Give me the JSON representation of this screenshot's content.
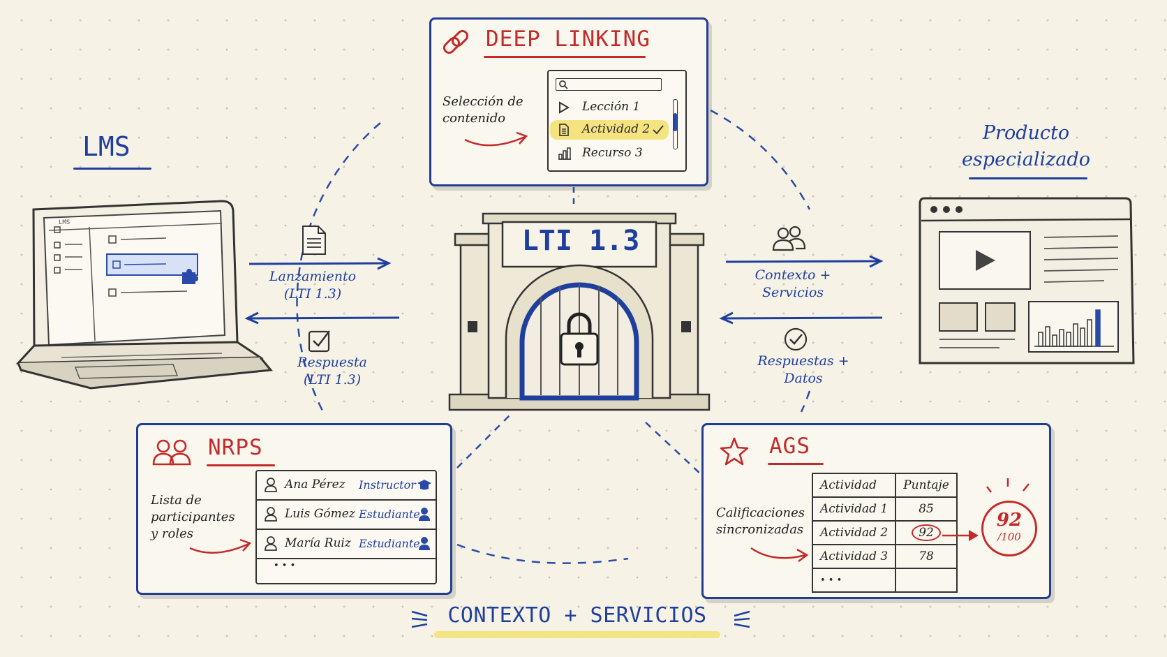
{
  "gate": {
    "title": "LTI 1.3"
  },
  "lms": {
    "title": "LMS",
    "screen_label": "LMS"
  },
  "product": {
    "title_line1": "Producto",
    "title_line2": "especializado"
  },
  "deep_linking": {
    "title": "DEEP LINKING",
    "note_line1": "Selección de",
    "note_line2": "contenido",
    "items": [
      {
        "label": "Lección 1",
        "icon": "play-icon"
      },
      {
        "label": "Actividad 2",
        "icon": "document-icon",
        "selected": true
      },
      {
        "label": "Recurso 3",
        "icon": "bar-chart-icon"
      }
    ]
  },
  "flows": {
    "launch_line1": "Lanzamiento",
    "launch_line2": "(LTI 1.3)",
    "response_line1": "Respuesta",
    "response_line2": "(LTI 1.3)",
    "context_line1": "Contexto +",
    "context_line2": "Servicios",
    "results_line1": "Respuestas +",
    "results_line2": "Datos"
  },
  "nrps": {
    "title": "NRPS",
    "note_line1": "Lista de",
    "note_line2": "participantes",
    "note_line3": "y roles",
    "members": [
      {
        "name": "Ana Pérez",
        "role": "Instructor"
      },
      {
        "name": "Luis Gómez",
        "role": "Estudiante"
      },
      {
        "name": "María Ruiz",
        "role": "Estudiante"
      }
    ],
    "more": "• • •"
  },
  "ags": {
    "title": "AGS",
    "note_line1": "Calificaciones",
    "note_line2": "sincronizadas",
    "col_activity": "Actividad",
    "col_score": "Puntaje",
    "rows": [
      {
        "activity": "Actividad 1",
        "score": "85"
      },
      {
        "activity": "Actividad 2",
        "score": "92"
      },
      {
        "activity": "Actividad 3",
        "score": "78"
      }
    ],
    "more": "• • •",
    "grade_value": "92",
    "grade_total": "/100"
  },
  "footer": {
    "label": "CONTEXTO + SERVICIOS"
  },
  "colors": {
    "blue": "#1f3f9e",
    "red": "#c32a2a",
    "highlight": "#f5e27a",
    "paper": "#f6f2e6"
  }
}
